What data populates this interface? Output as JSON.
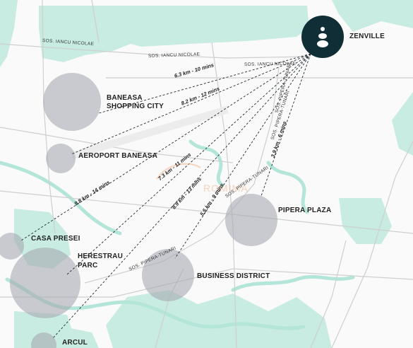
{
  "map": {
    "colors": {
      "background": "#fafafa",
      "green": "#c8ece2",
      "water": "#b4e5d9",
      "road": "#c9c9c9",
      "circle": "#a6aab3",
      "brand": "#0f2e36",
      "dashed": "#1e2a30"
    },
    "logo": {
      "name": "ZENVILLE",
      "icon": "zenville-logo-icon"
    },
    "places": {
      "baneasa_line1": "BANEASA",
      "baneasa_line2": "SHOPPING CITY",
      "aeroport": "AEROPORT BANEASA",
      "casa_presei": "CASA PRESEI",
      "herestrau_line1": "HERESTRAU",
      "herestrau_line2": "PARC",
      "pipera_plaza": "PIPERA PLAZA",
      "business_district": "BUSINESS DISTRICT",
      "arcul": "ARCUL"
    },
    "roads": {
      "iancu_1": "SOS. IANCU NICOLAE",
      "iancu_2": "SOS. IANCU NICOLAE",
      "iancu_3": "SOS. IANCU NICOLAE",
      "pipera_tunari_1": "SOS. PIPERA-TUNARI",
      "pipera_tunari_2": "SOS. PIPERA-TUNARI",
      "pipera_tunari_3": "SOS. PIPERA-TUNARI",
      "pipera_tunari_4": "SOS. PIPERA-TUNARI"
    },
    "routes": {
      "baneasa": "6.3 km - 10 mins",
      "aeroport": "8.2 km - 12 mins",
      "casa_presei": "9.8 km - 14 mins",
      "herestrau": "7.3 km - 11 mins",
      "arcul": "8.9 km - 13 mins",
      "business_district": "5.5 km - 9 mins",
      "pipera_plaza": "3.9 km - 6 mins"
    },
    "watermark": "ROMIMA"
  }
}
